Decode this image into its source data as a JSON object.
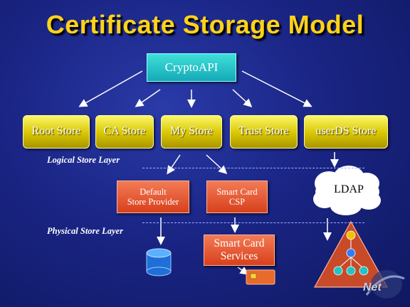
{
  "title": "Certificate Storage Model",
  "cryptoapi": "CryptoAPI",
  "stores": [
    "Root Store",
    "CA Store",
    "My Store",
    "Trust Store",
    "userDS Store"
  ],
  "layers": {
    "logical": "Logical Store Layer",
    "physical": "Physical Store Layer"
  },
  "providers": {
    "default_line1": "Default",
    "default_line2": "Store Provider",
    "smartcard_csp_line1": "Smart Card",
    "smartcard_csp_line2": "CSP",
    "smartcard_services_line1": "Smart Card",
    "smartcard_services_line2": "Services"
  },
  "ldap": "LDAP",
  "logo_text": "Net",
  "colors": {
    "title": "#ffd21a",
    "cryptoapi": "#22b8c4",
    "store": "#d8c600",
    "provider": "#e0502a",
    "directory": "#c94a28"
  }
}
